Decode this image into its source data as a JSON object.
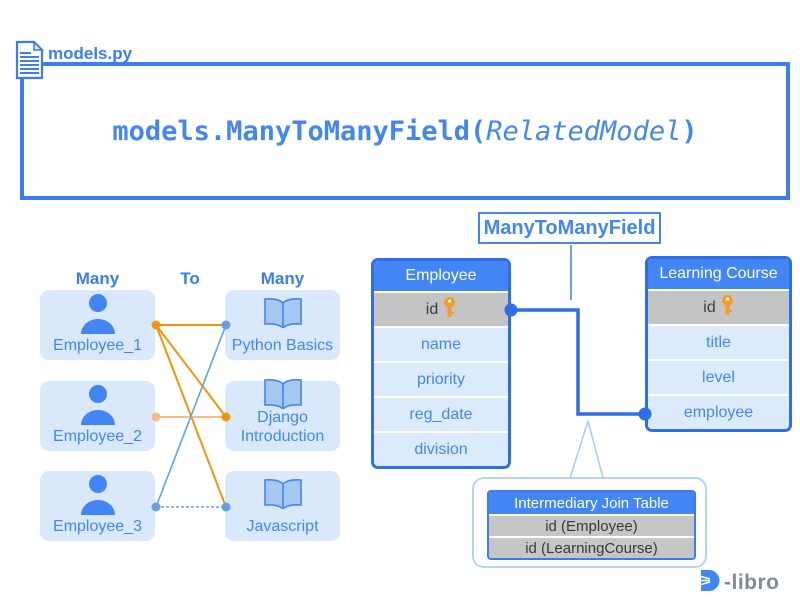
{
  "header": {
    "file_label": "models.py",
    "code_prefix": "models.ManyToManyField(",
    "code_arg": "RelatedModel",
    "code_suffix": ")"
  },
  "relationship": {
    "left_cardinality": "Many",
    "connector_word": "To",
    "right_cardinality": "Many",
    "employees": [
      {
        "label": "Employee_1"
      },
      {
        "label": "Employee_2"
      },
      {
        "label": "Employee_3"
      }
    ],
    "courses": [
      {
        "label": "Python Basics"
      },
      {
        "label": "Django Introduction"
      },
      {
        "label": "Javascript"
      }
    ],
    "edges": [
      {
        "from": "Employee_1",
        "to": "Python Basics",
        "color": "#f1950f"
      },
      {
        "from": "Employee_1",
        "to": "Django Introduction",
        "color": "#f1950f"
      },
      {
        "from": "Employee_1",
        "to": "Javascript",
        "color": "#f1950f"
      },
      {
        "from": "Employee_2",
        "to": "Django Introduction",
        "color": "#f5bb85"
      },
      {
        "from": "Employee_3",
        "to": "Python Basics",
        "color": "#61a1e3"
      },
      {
        "from": "Employee_3",
        "to": "Javascript",
        "color": "#61a1e3"
      }
    ]
  },
  "field_badge": "ManyToManyField",
  "tables": {
    "employee": {
      "title": "Employee",
      "primary_key": "id",
      "fields": [
        "name",
        "priority",
        "reg_date",
        "division"
      ]
    },
    "learning_course": {
      "title": "Learning Course",
      "primary_key": "id",
      "fields": [
        "title",
        "level",
        "employee"
      ]
    },
    "join": {
      "title": "Intermediary Join Table",
      "fields": [
        "id (Employee)",
        "id (LearningCourse)"
      ]
    }
  },
  "logo": {
    "text": "-libro"
  },
  "colors": {
    "primary_blue": "#4285f4",
    "border_blue": "#2e6ee8",
    "node_bg": "#d9e9fb",
    "row_light": "#dcebfc",
    "row_gray": "#c4c4c4",
    "orange": "#f1950f",
    "faded_orange": "#f5bb85",
    "light_blue_line": "#61a1e3",
    "key_orange": "#f49b2a",
    "logo_gray": "#828a96"
  }
}
